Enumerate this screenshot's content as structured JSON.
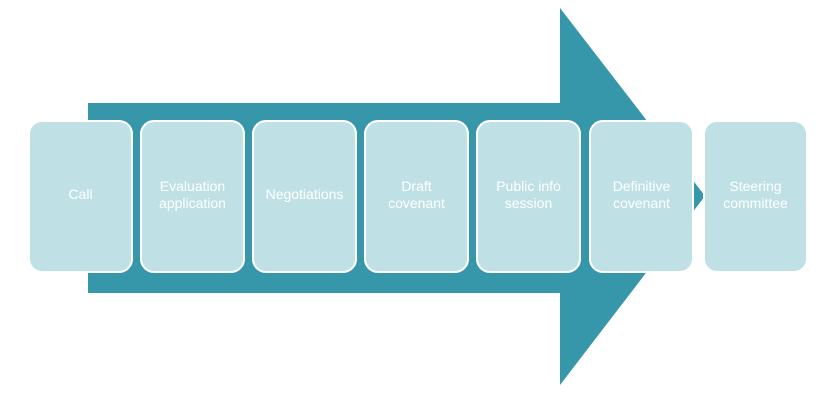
{
  "colors": {
    "arrow": "#3797aa",
    "step_fill": "#bfe1e5",
    "step_border": "#ffffff",
    "label": "#ffffff"
  },
  "steps": [
    {
      "label": "Call"
    },
    {
      "label": "Evaluation\napplication"
    },
    {
      "label": "Negotiations"
    },
    {
      "label": "Draft\ncovenant"
    },
    {
      "label": "Public info\nsession"
    },
    {
      "label": "Definitive\ncovenant"
    },
    {
      "label": "Steering\ncommittee"
    }
  ]
}
